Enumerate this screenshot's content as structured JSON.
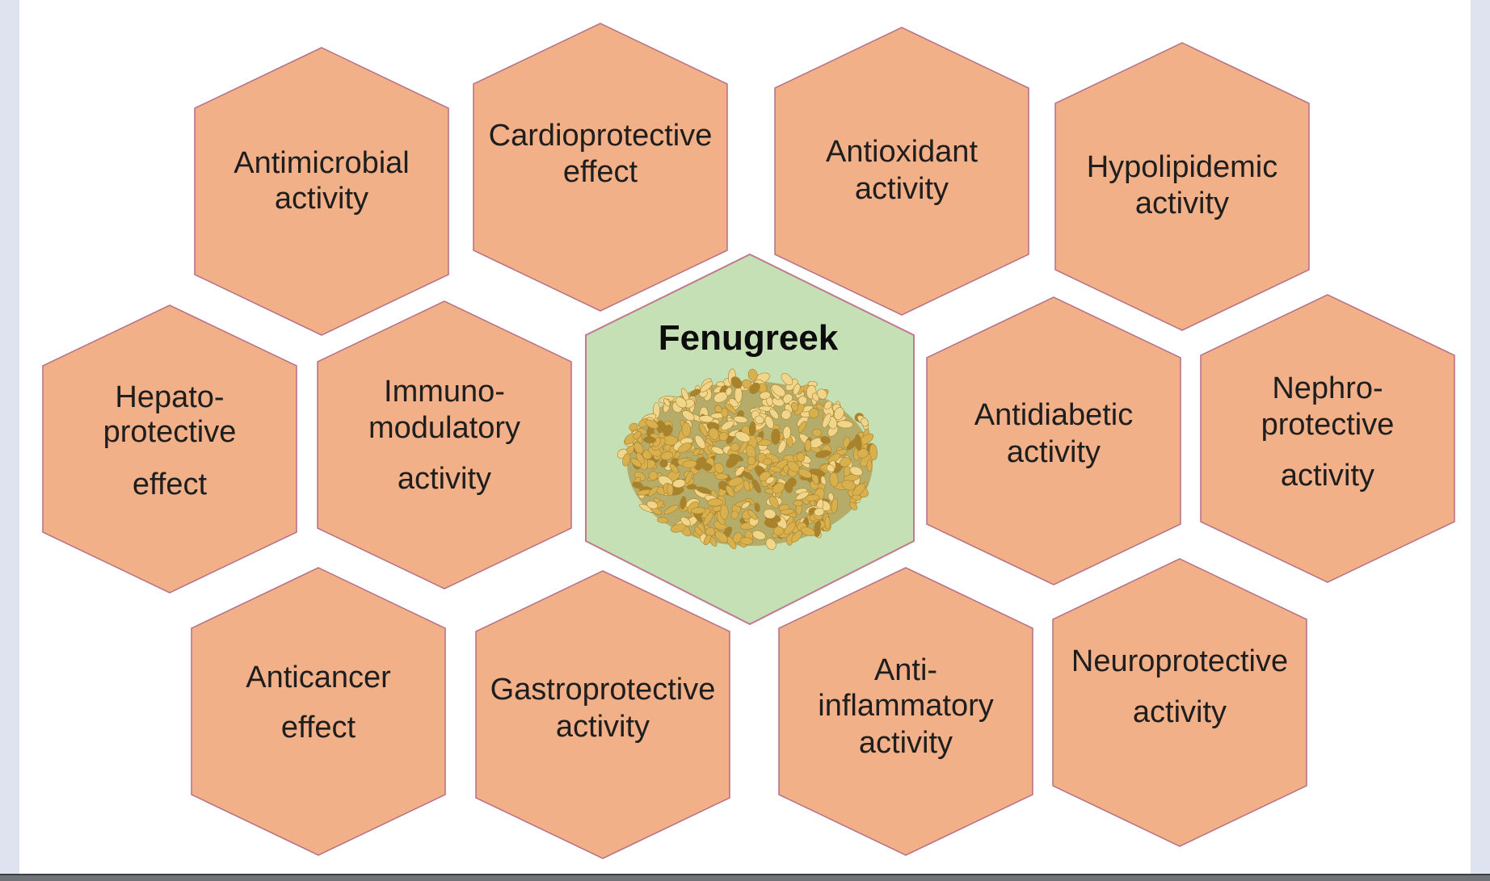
{
  "center": {
    "title": "Fenugreek",
    "image": "fenugreek-seeds-pile"
  },
  "activities": [
    {
      "id": "antimicrobial",
      "lines": [
        "Antimicrobial",
        "activity"
      ]
    },
    {
      "id": "cardioprotective",
      "lines": [
        "Cardioprotective",
        "effect"
      ]
    },
    {
      "id": "antioxidant",
      "lines": [
        "Antioxidant",
        "activity"
      ]
    },
    {
      "id": "hypolipidemic",
      "lines": [
        "Hypolipidemic",
        "activity"
      ]
    },
    {
      "id": "hepatoprotective",
      "lines": [
        "Hepato-",
        "protective",
        "effect"
      ]
    },
    {
      "id": "immunomodulatory",
      "lines": [
        "Immuno-",
        "modulatory",
        "activity"
      ]
    },
    {
      "id": "antidiabetic",
      "lines": [
        "Antidiabetic",
        "activity"
      ]
    },
    {
      "id": "nephroprotective",
      "lines": [
        "Nephro-",
        "protective",
        "activity"
      ]
    },
    {
      "id": "anticancer",
      "lines": [
        "Anticancer",
        "effect"
      ]
    },
    {
      "id": "gastroprotective",
      "lines": [
        "Gastroprotective",
        "activity"
      ]
    },
    {
      "id": "anti-inflammatory",
      "lines": [
        "Anti-",
        "inflammatory",
        "activity"
      ]
    },
    {
      "id": "neuroprotective",
      "lines": [
        "Neuroprotective",
        "activity"
      ]
    }
  ],
  "colors": {
    "hex_fill": "#f2b088",
    "hex_stroke": "#b56f86",
    "center_fill": "#c5e0b4",
    "center_stroke": "#c07a8e",
    "seed_base": "#d9b04e",
    "seed_light": "#f0d58a",
    "seed_dark": "#a9822c"
  }
}
